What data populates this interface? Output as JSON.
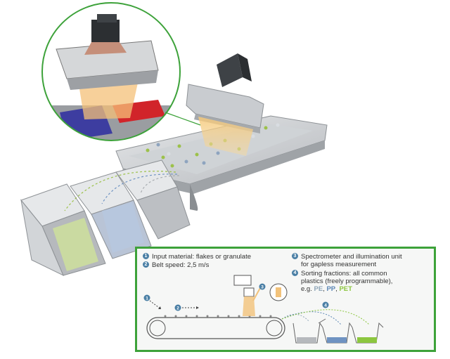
{
  "legend": {
    "item1": {
      "num": "1",
      "text": "Input material: flakes or granulate"
    },
    "item2": {
      "num": "2",
      "text": "Belt speed: 2,5 m/s"
    },
    "item3": {
      "num": "3",
      "line1": "Spectrometer and illumination unit",
      "line2": "for gapless measurement"
    },
    "item4": {
      "num": "4",
      "line1": "Sorting fractions: all common",
      "line2": "plastics (freely programmable),",
      "prefix": "e.g.",
      "pe": "PE",
      "pp": "PP",
      "pet": "PET",
      "sep": ","
    }
  },
  "schematic_markers": {
    "m1": "1",
    "m2": "2",
    "m3": "3",
    "m4": "4"
  },
  "colors": {
    "frame": "#3da23a",
    "marker": "#4a7fa5",
    "pe": "#8fa6b8",
    "pp": "#5b86b5",
    "pet": "#8cc63f",
    "light": "#f2c27a"
  }
}
